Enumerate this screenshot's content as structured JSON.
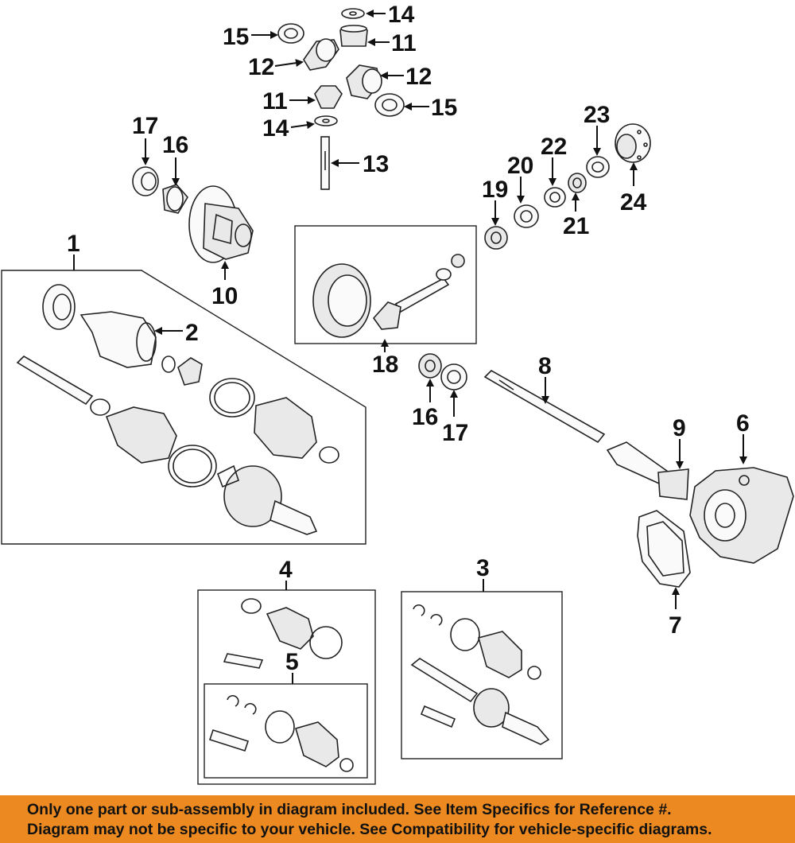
{
  "diagram": {
    "callouts": {
      "c1": "1",
      "c2": "2",
      "c3": "3",
      "c4": "4",
      "c5": "5",
      "c6": "6",
      "c7": "7",
      "c8": "8",
      "c9": "9",
      "c10": "10",
      "c11a": "11",
      "c11b": "11",
      "c12a": "12",
      "c12b": "12",
      "c13": "13",
      "c14a": "14",
      "c14b": "14",
      "c15a": "15",
      "c15b": "15",
      "c16a": "16",
      "c16b": "16",
      "c17a": "17",
      "c17b": "17",
      "c18": "18",
      "c19": "19",
      "c20": "20",
      "c21": "21",
      "c22": "22",
      "c23": "23",
      "c24": "24"
    }
  },
  "footer": {
    "line1": "Only one part or sub-assembly in diagram included. See Item Specifics for Reference #.",
    "line2": "Diagram may not be specific to your vehicle. See Compatibility for vehicle-specific diagrams.",
    "background": "#ec8a21"
  }
}
